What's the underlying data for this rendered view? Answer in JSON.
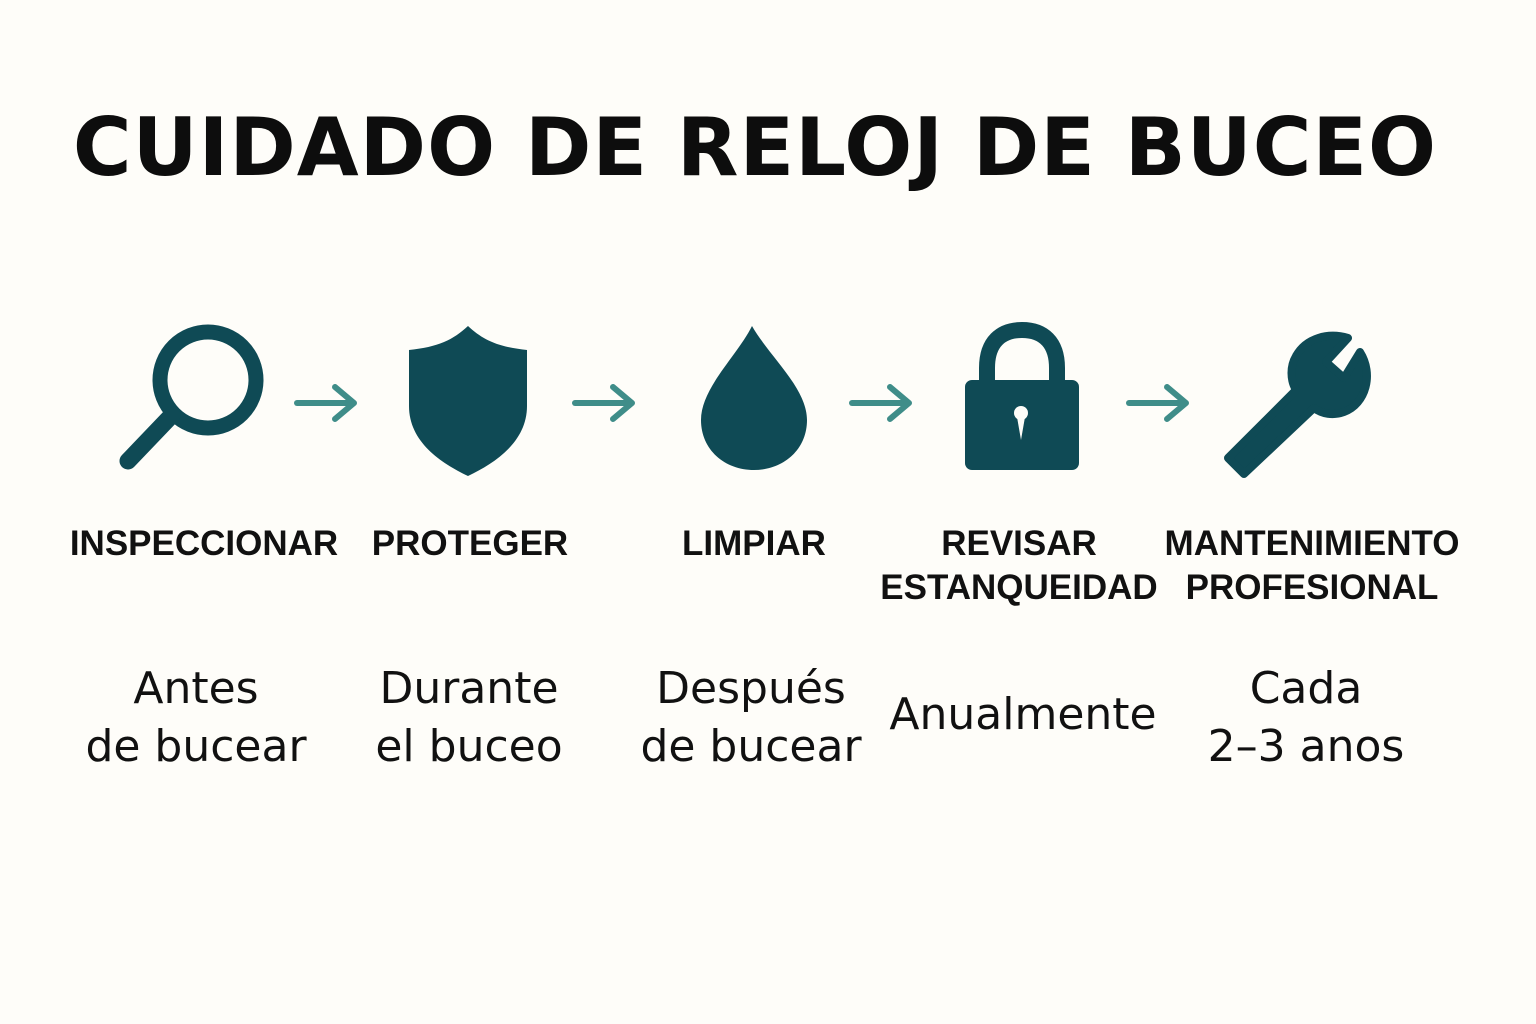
{
  "title": "CUIDADO DE RELOJ DE BUCEO",
  "colors": {
    "icon": "#0f4a55",
    "arrow": "#3f8d89",
    "background": "#fefdf9",
    "text": "#111111"
  },
  "steps": [
    {
      "icon": "magnifier-icon",
      "label_lines": [
        "INSPECCIONAR"
      ],
      "when_lines": [
        "Antes",
        "de bucear"
      ]
    },
    {
      "icon": "shield-icon",
      "label_lines": [
        "PROTEGER"
      ],
      "when_lines": [
        "Durante",
        "el buceo"
      ]
    },
    {
      "icon": "water-drop-icon",
      "label_lines": [
        "LIMPIAR"
      ],
      "when_lines": [
        "Después",
        "de bucear"
      ]
    },
    {
      "icon": "padlock-icon",
      "label_lines": [
        "REVISAR",
        "ESTANQUEIDAD"
      ],
      "when_lines": [
        "Anualmente"
      ]
    },
    {
      "icon": "wrench-icon",
      "label_lines": [
        "MANTENIMIENTO",
        "PROFESIONAL"
      ],
      "when_lines": [
        "Cada",
        "2–3 anos"
      ]
    }
  ]
}
